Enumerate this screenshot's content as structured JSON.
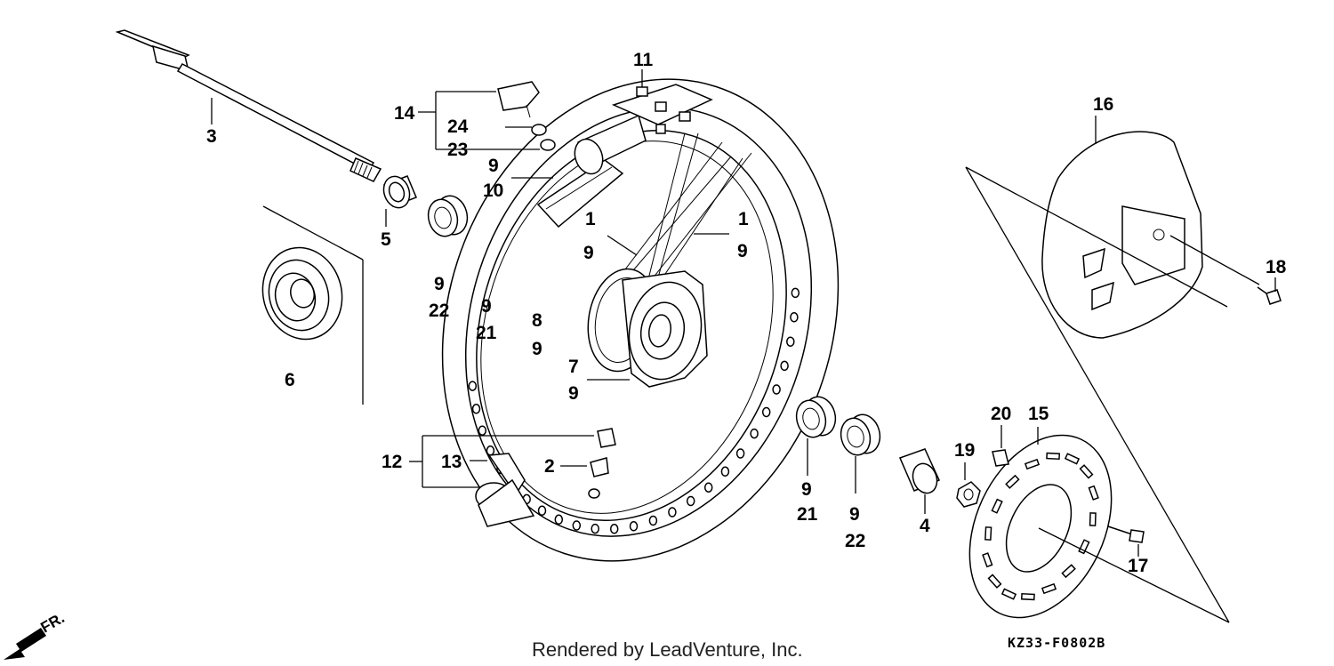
{
  "diagram": {
    "footer": "Rendered by LeadVenture, Inc.",
    "reference_code": "KZ33-F0802B",
    "direction_label": "FR.",
    "callouts": {
      "c1a": "1",
      "c9_1a": "9",
      "c1b": "1",
      "c9_1b": "9",
      "c2": "2",
      "c3": "3",
      "c4": "4",
      "c5": "5",
      "c6": "6",
      "c7": "7",
      "c9_7": "9",
      "c8": "8",
      "c9_8": "9",
      "c9_10": "9",
      "c10": "10",
      "c11": "11",
      "c12": "12",
      "c13": "13",
      "c14": "14",
      "c15": "15",
      "c16": "16",
      "c17": "17",
      "c18": "18",
      "c19": "19",
      "c20": "20",
      "c9_21a": "9",
      "c21a": "21",
      "c9_21b": "9",
      "c21b": "21",
      "c9_22a": "9",
      "c22a": "22",
      "c9_22b": "9",
      "c22b": "22",
      "c23": "23",
      "c24": "24"
    }
  }
}
